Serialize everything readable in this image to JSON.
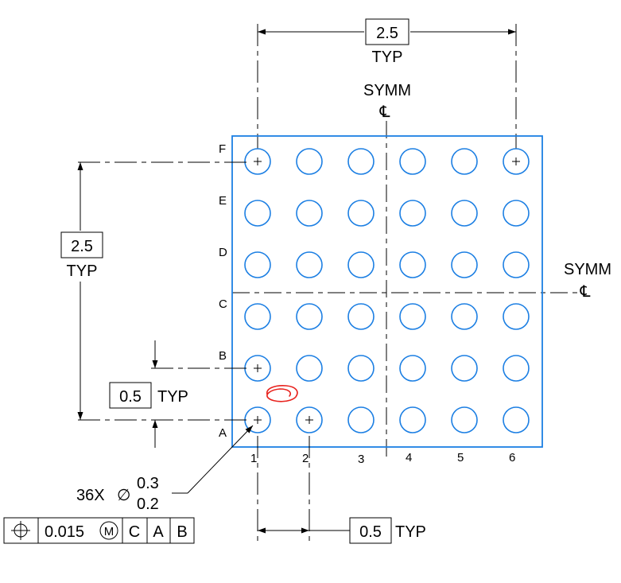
{
  "grid": {
    "rows": [
      "A",
      "B",
      "C",
      "D",
      "E",
      "F"
    ],
    "columns": [
      "1",
      "2",
      "3",
      "4",
      "5",
      "6"
    ],
    "marked_balls": [
      "F1",
      "F6",
      "B1",
      "A1",
      "A2"
    ],
    "ball_color": "#1c7fe3",
    "outline_color": "#1c7fe3"
  },
  "dimensions": {
    "top_span": {
      "value": "2.5",
      "suffix": "TYP"
    },
    "left_span": {
      "value": "2.5",
      "suffix": "TYP"
    },
    "row_pitch": {
      "value": "0.5",
      "suffix": "TYP"
    },
    "column_pitch": {
      "value": "0.5",
      "suffix": "TYP"
    }
  },
  "symmetry": {
    "vertical_label": "SYMM",
    "horizontal_label": "SYMM",
    "centerline_symbol": "℄"
  },
  "ball_callout": {
    "count": "36X",
    "diameter_symbol": "∅",
    "max": "0.3",
    "min": "0.2"
  },
  "feature_control_frame": {
    "symbol": "position",
    "tolerance": "0.015",
    "modifier": "M",
    "datums": [
      "C",
      "A",
      "B"
    ]
  },
  "annotation": {
    "color": "#e8231e"
  }
}
